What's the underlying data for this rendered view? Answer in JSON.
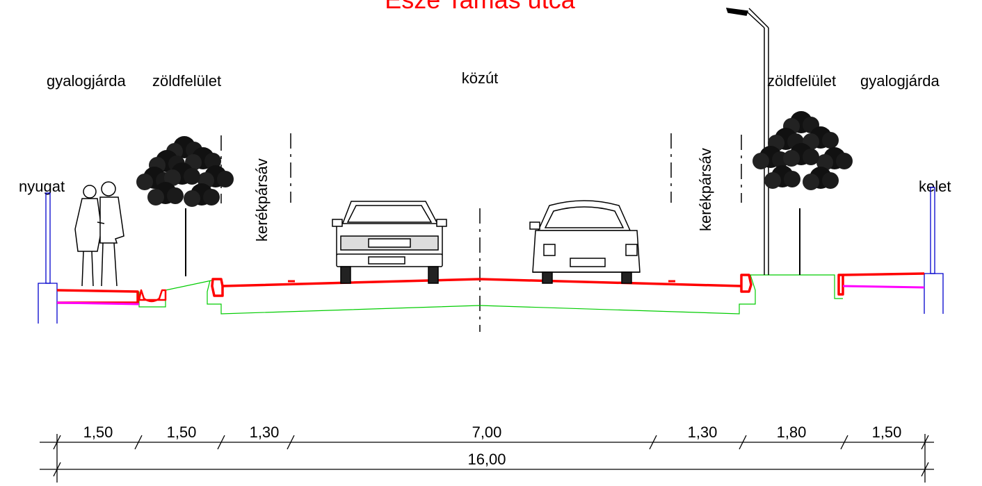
{
  "title": "Esze Tamás utca",
  "labels": {
    "left_sidewalk": "gyalogjárda",
    "left_green": "zöldfelület",
    "road": "közút",
    "right_green": "zöldfelület",
    "right_sidewalk": "gyalogjárda",
    "left_bike": "kerékpársáv",
    "right_bike": "kerékpársáv",
    "west": "nyugat",
    "east": "kelet"
  },
  "dimensions": {
    "segments": [
      "1,50",
      "1,50",
      "1,30",
      "7,00",
      "1,30",
      "1,80",
      "1,50"
    ],
    "total": "16,00"
  },
  "colors": {
    "pavement": "#ff0000",
    "ground": "#00cc00",
    "wall": "#0000cc",
    "layer": "#ff00ff",
    "title": "#ff0000"
  }
}
